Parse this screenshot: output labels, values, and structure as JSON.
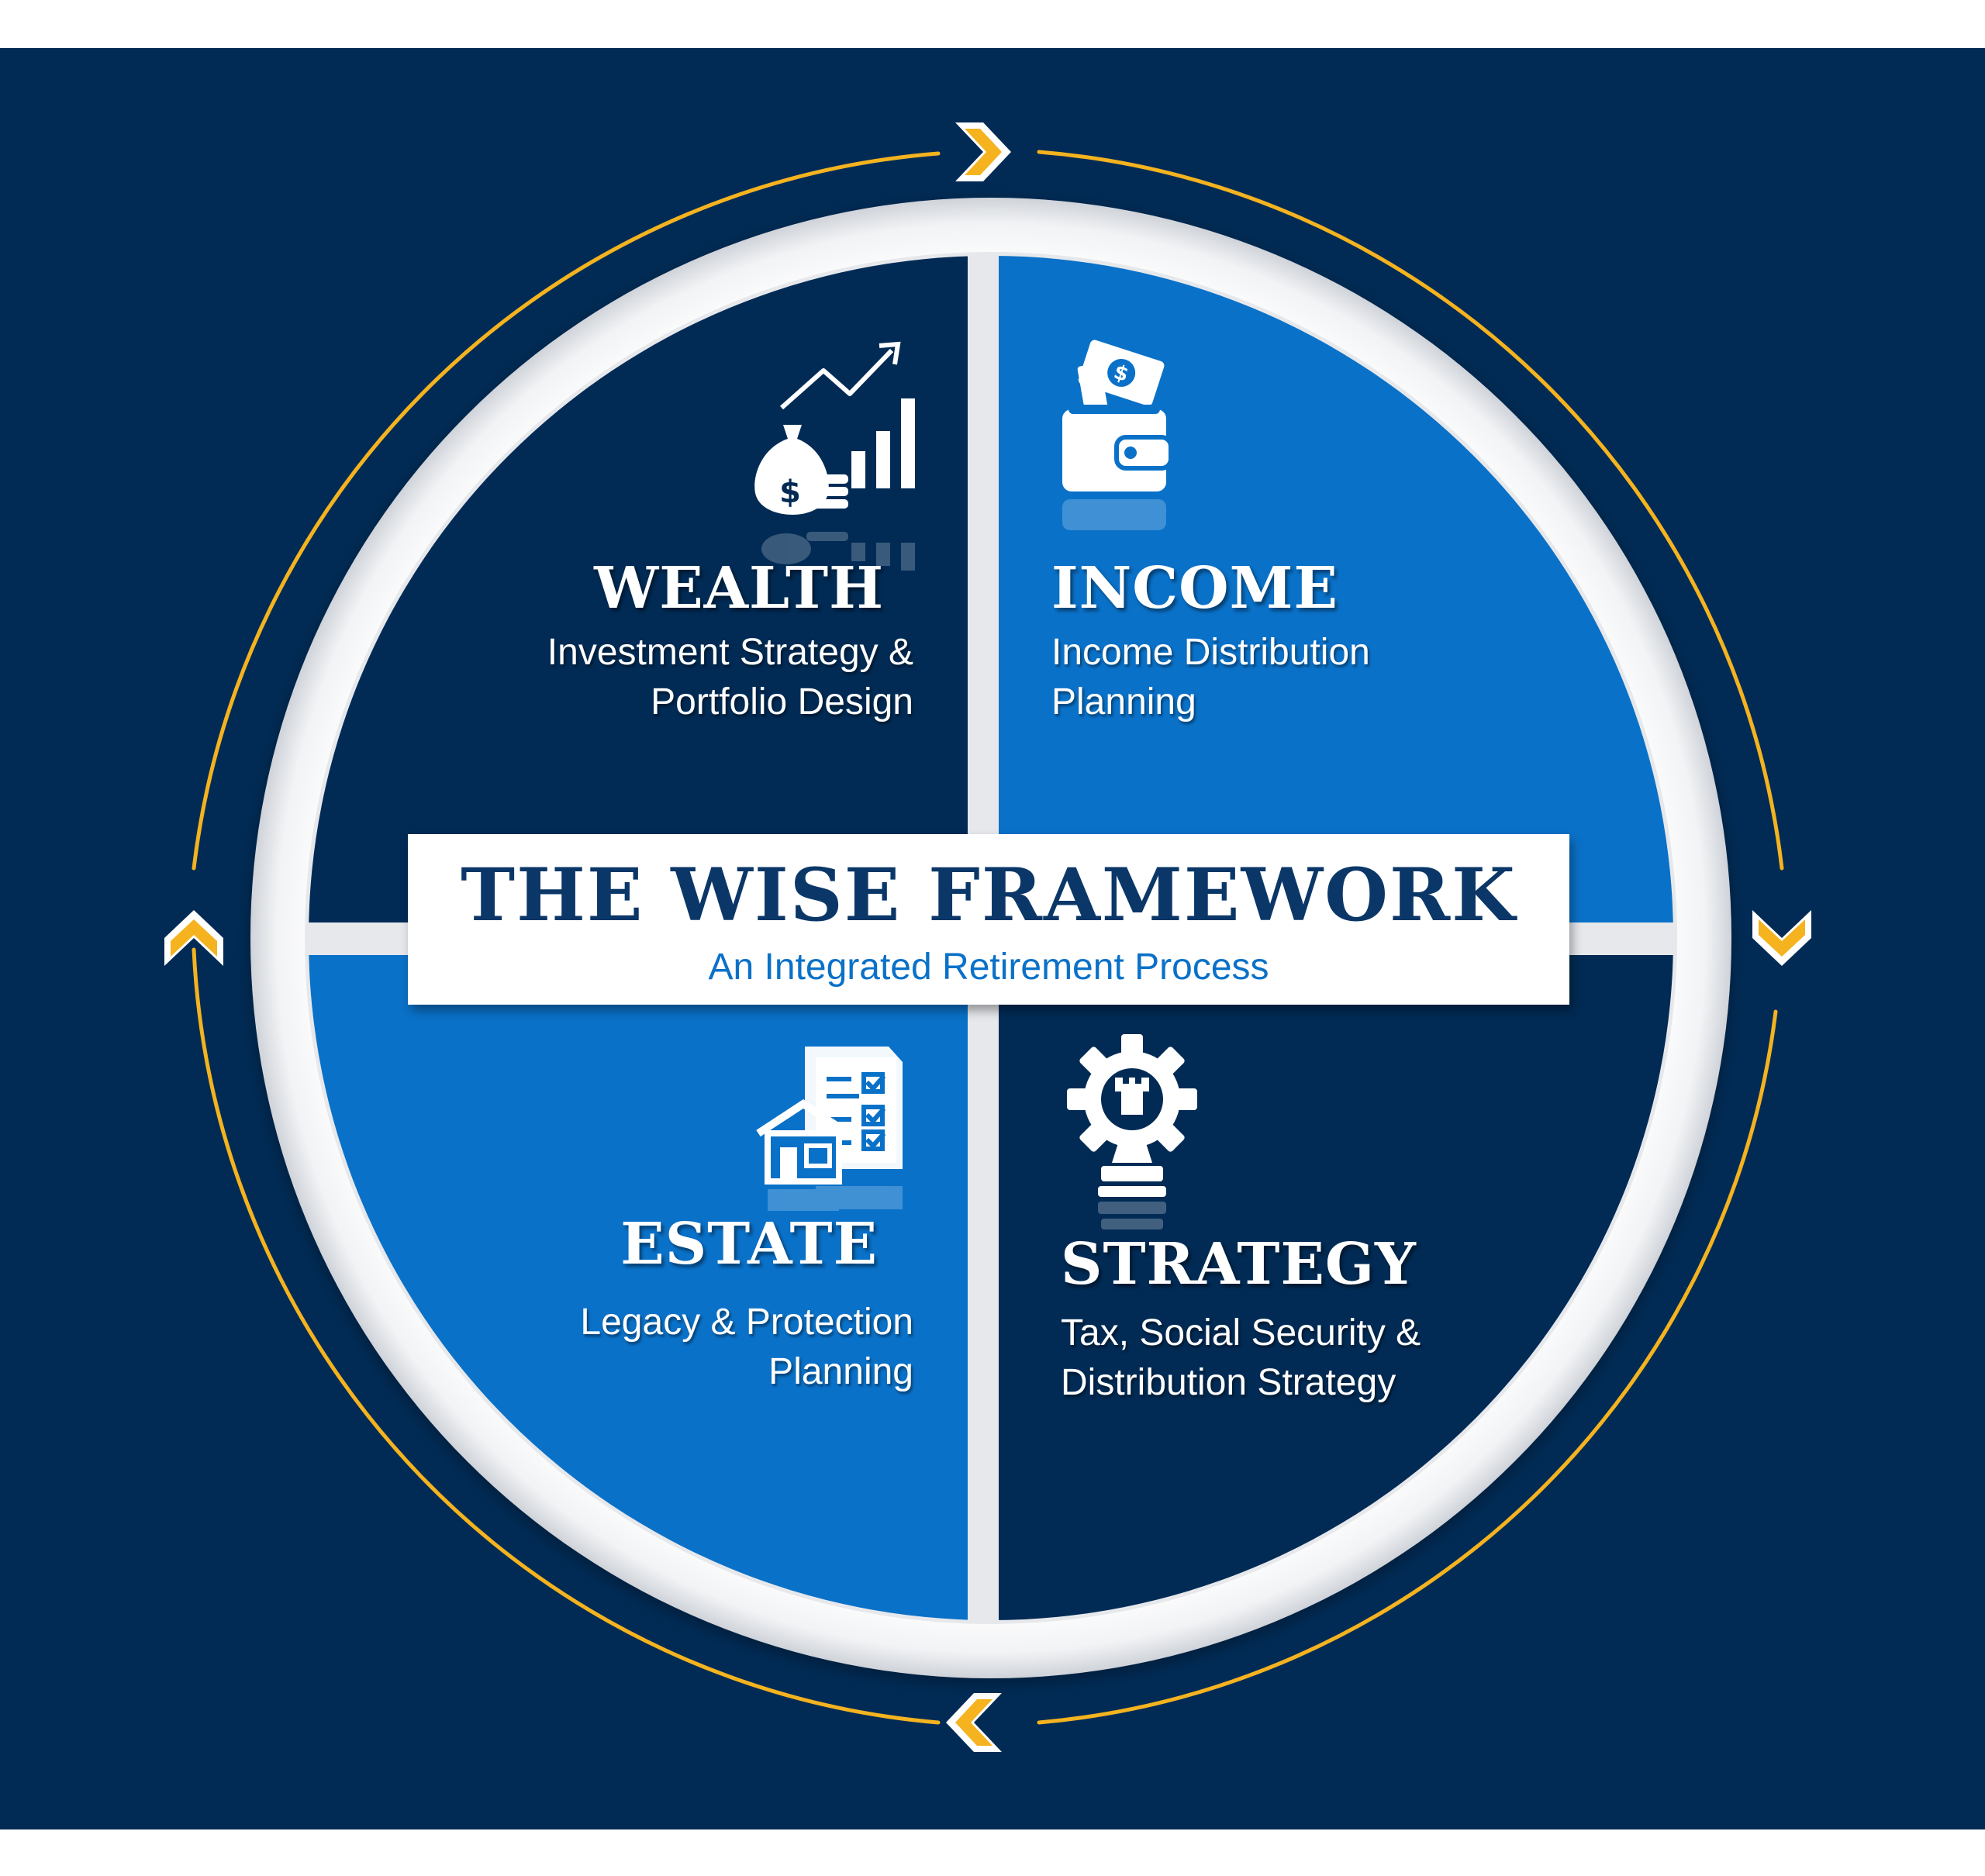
{
  "colors": {
    "background": "#012b55",
    "light_blue": "#0a71c8",
    "dark_blue": "#012b55",
    "accent_gold": "#f4b31f",
    "ring": "#ecedf0",
    "title_text": "#0b3768"
  },
  "banner": {
    "title": "THE WISE FRAMEWORK",
    "subtitle": "An Integrated Retirement Process"
  },
  "quadrants": {
    "wealth": {
      "title": "WEALTH",
      "line1": "Investment Strategy &",
      "line2": "Portfolio Design",
      "icon": "money-bag-growth-chart-icon"
    },
    "income": {
      "title": "INCOME",
      "line1": "Income Distribution",
      "line2": "Planning",
      "icon": "wallet-cash-icon"
    },
    "estate": {
      "title": "ESTATE",
      "line1": "Legacy & Protection",
      "line2": "Planning",
      "icon": "house-checklist-icon"
    },
    "strategy": {
      "title": "STRATEGY",
      "line1": "Tax, Social Security &",
      "line2": "Distribution Strategy",
      "icon": "gear-chess-rook-icon"
    }
  },
  "cycle_arrows": [
    "chevron-right-icon",
    "chevron-down-icon",
    "chevron-left-icon",
    "chevron-up-icon"
  ]
}
